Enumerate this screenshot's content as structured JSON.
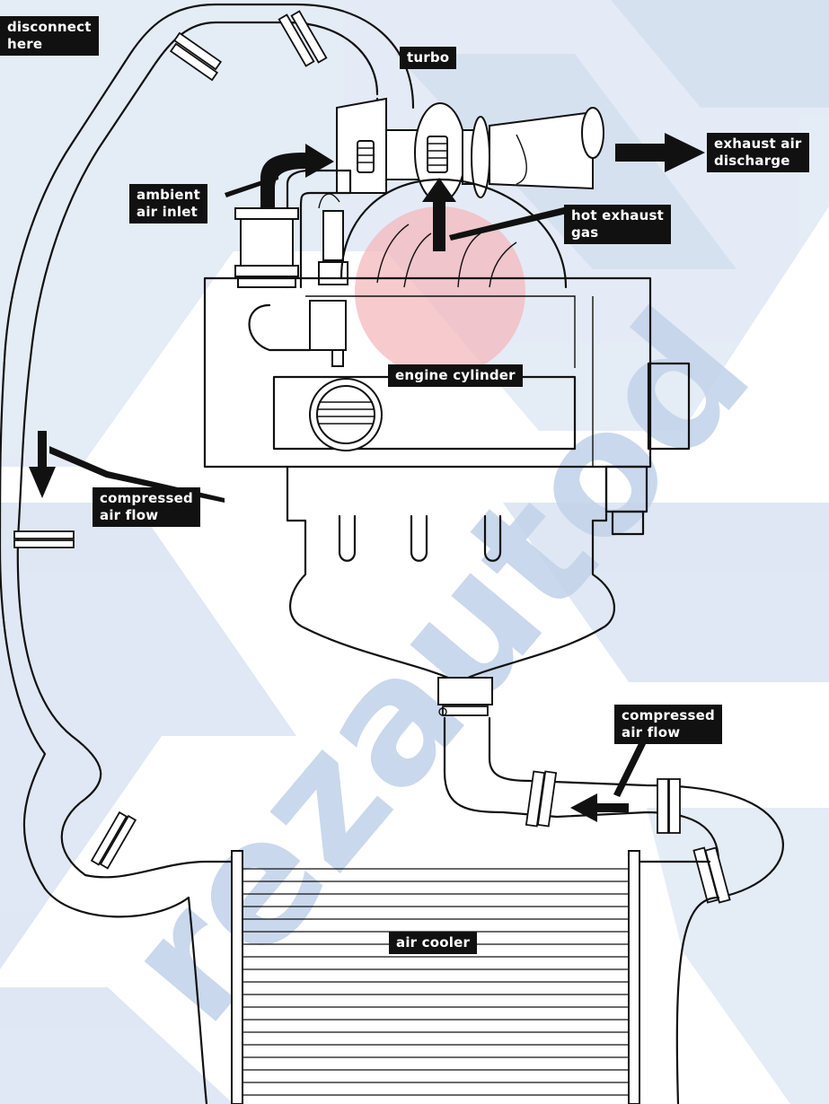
{
  "labels": {
    "disconnect": "disconnect\nhere",
    "turbo": "turbo",
    "exhaust_air": "exhaust air\ndischarge",
    "ambient_air": "ambient\nair inlet",
    "hot_exhaust": "hot exhaust\ngas",
    "engine_cylinder": "engine cylinder",
    "compressed_left": "compressed\nair flow",
    "compressed_right": "compressed\nair flow",
    "air_cooler": "air cooler"
  },
  "watermark": "rezautod",
  "colors": {
    "watermark_blue": "#cfdcef",
    "hot_glow": "#f4b8bd",
    "label_bg": "#111111",
    "label_text": "#ffffff",
    "line": "#111111"
  }
}
